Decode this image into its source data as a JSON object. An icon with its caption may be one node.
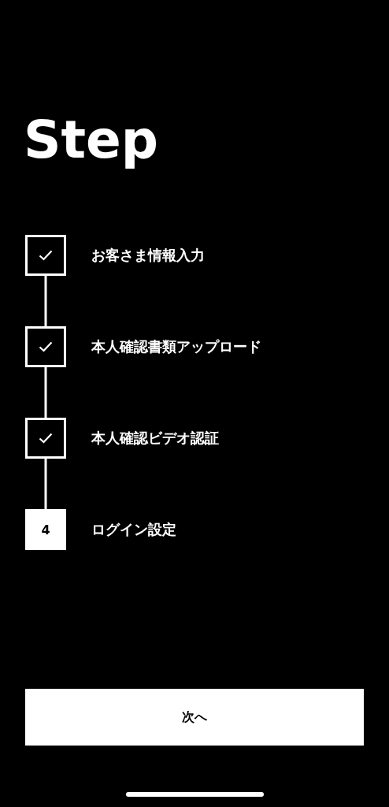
{
  "diagram": {
    "title": "Step",
    "nodes": [
      {
        "text": [],
        "shape": "box",
        "beside": [
          "お客さま情報入力"
        ]
      },
      {
        "text": [],
        "shape": "box",
        "beside": [
          "本人確認書類アップロード"
        ]
      },
      {
        "text": [],
        "shape": "box",
        "beside": [
          "本人確認ビデオ認証"
        ]
      },
      {
        "text": [
          "4"
        ],
        "beside": [
          "ログイン設定"
        ]
      }
    ],
    "edges": [
      {
        "from": 0,
        "to": 1,
        "arrow": "none"
      },
      {
        "from": 1,
        "to": 2,
        "arrow": "none"
      },
      {
        "from": 2,
        "to": 3,
        "arrow": "none"
      }
    ],
    "labels": [
      "次へ"
    ]
  }
}
